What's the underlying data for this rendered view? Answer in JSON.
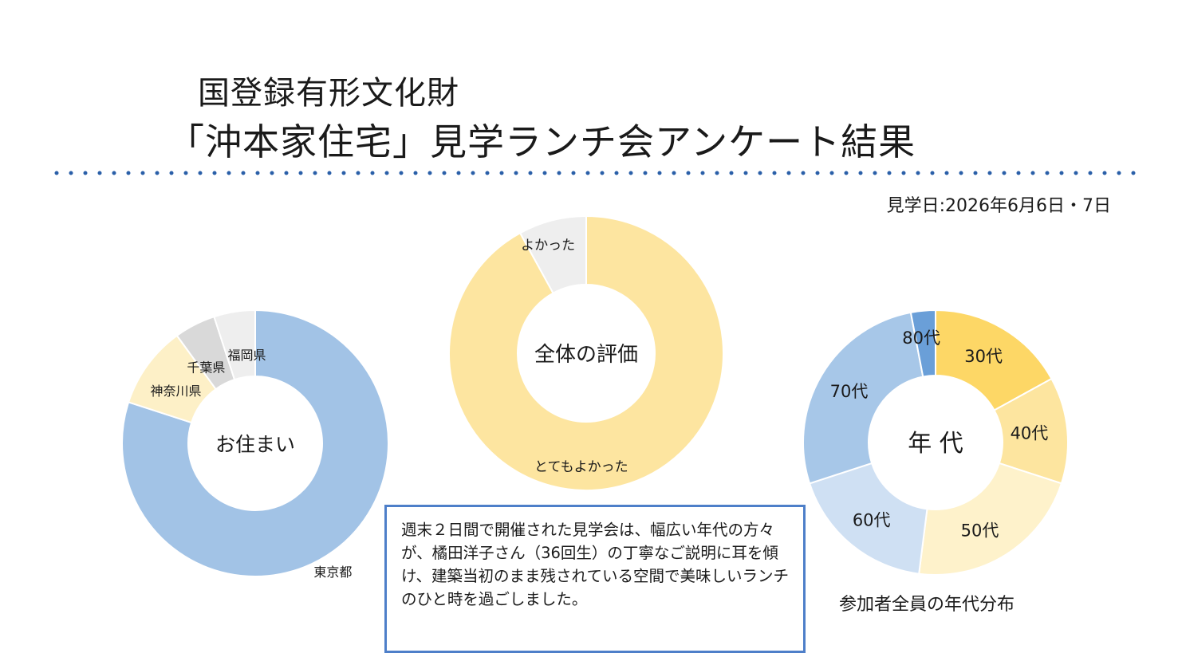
{
  "header": {
    "title_line1": "国登録有形文化財",
    "title_line2": "「沖本家住宅」見学ランチ会アンケート結果",
    "visit_date": "見学日:2026年6月6日・7日"
  },
  "summary": {
    "text": "週末２日間で開催された見学会は、幅広い年代の方々が、橘田洋子さん（36回生）の丁寧なご説明に耳を傾け、建築当初のまま残されている空間で美味しいランチのひと時を過ごしました。"
  },
  "age_caption": "参加者全員の年代分布",
  "chart_data": [
    {
      "type": "pie",
      "center_label": "お住まい",
      "categories": [
        "東京都",
        "神奈川県",
        "千葉県",
        "福岡県"
      ],
      "values": [
        80,
        10,
        5,
        5
      ],
      "colors": [
        "#a2c3e6",
        "#fdf0c7",
        "#d9d9d9",
        "#eeeeee"
      ]
    },
    {
      "type": "pie",
      "center_label": "全体の評価",
      "categories": [
        "とてもよかった",
        "よかった"
      ],
      "values": [
        92,
        8
      ],
      "colors": [
        "#fde5a0",
        "#eeeeee"
      ]
    },
    {
      "type": "pie",
      "center_label": "年 代",
      "categories": [
        "30代",
        "40代",
        "50代",
        "60代",
        "70代",
        "80代"
      ],
      "values": [
        17,
        13,
        22,
        18,
        27,
        3
      ],
      "colors": [
        "#fdd766",
        "#fde59f",
        "#fef2cb",
        "#cfe0f3",
        "#a7c7e8",
        "#6a9fd8"
      ]
    }
  ]
}
